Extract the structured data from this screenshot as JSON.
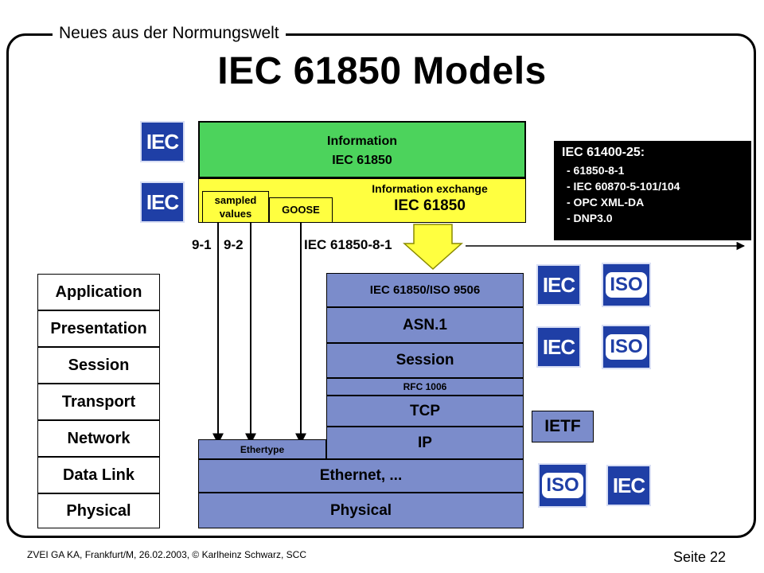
{
  "header": {
    "title": "Neues aus der Normungswelt"
  },
  "main_title": "IEC 61850 Models",
  "info_box": {
    "line1": "Information",
    "line2": "IEC 61850"
  },
  "exchange_box": {
    "line1": "Information exchange",
    "line2": "IEC 61850"
  },
  "sampled_values": {
    "line1": "sampled",
    "line2": "values"
  },
  "goose": "GOOSE",
  "mapping_labels": {
    "m91": "9-1",
    "m92": "9-2",
    "m81": "IEC 61850-8-1"
  },
  "callout": {
    "title": "IEC 61400-25:",
    "items": [
      "-  61850-8-1",
      "-  IEC 60870-5-101/104",
      "-  OPC XML-DA",
      "-  DNP3.0"
    ]
  },
  "osi_layers": [
    "Application",
    "Presentation",
    "Session",
    "Transport",
    "Network",
    "Data Link",
    "Physical"
  ],
  "stack": {
    "iec_iso": "IEC 61850/ISO 9506",
    "asn1": "ASN.1",
    "session": "Session",
    "rfc": "RFC 1006",
    "tcp": "TCP",
    "ip": "IP",
    "ethertype": "Ethertype",
    "ethernet": "Ethernet, ...",
    "physical": "Physical"
  },
  "logos": {
    "iec": "IEC",
    "iso": "ISO",
    "ietf": "IETF"
  },
  "footer": {
    "left": "ZVEI GA KA, Frankfurt/M, 26.02.2003,  © Karlheinz  Schwarz,  SCC",
    "right": "Seite 22"
  },
  "colors": {
    "info_green": "#4cd35c",
    "exchange_yellow": "#ffff40",
    "stack_blue": "#7b8ccb",
    "logo_blue": "#1f3fa6",
    "callout_bg": "#000000"
  }
}
